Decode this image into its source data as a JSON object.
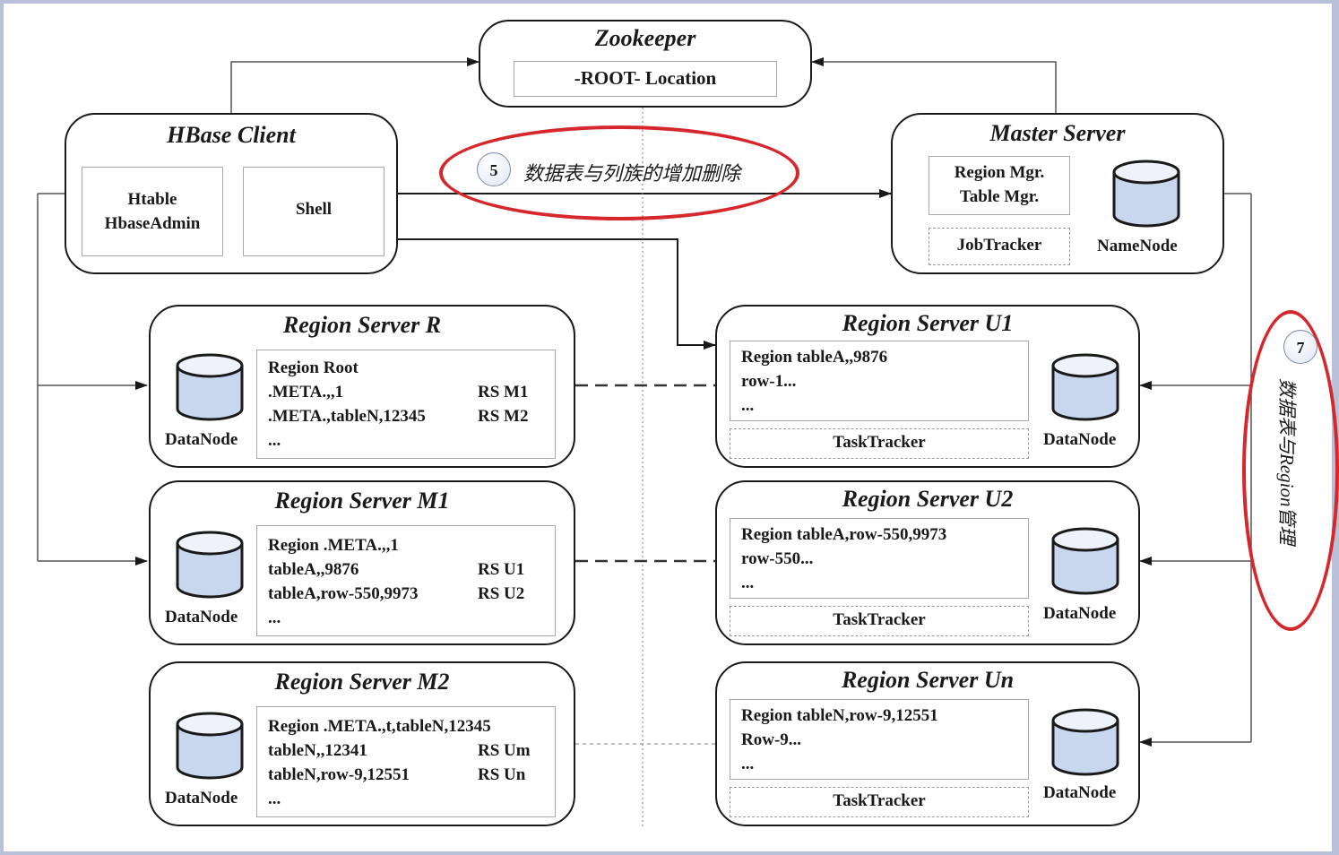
{
  "zookeeper": {
    "title": "Zookeeper",
    "root_location": "-ROOT- Location"
  },
  "hbase_client": {
    "title": "HBase Client",
    "htable": [
      "Htable",
      "HbaseAdmin"
    ],
    "shell": "Shell"
  },
  "master_server": {
    "title": "Master Server",
    "mgr": [
      "Region Mgr.",
      "Table Mgr."
    ],
    "jobtracker": "JobTracker",
    "namenode": "NameNode"
  },
  "annotations": {
    "a5": {
      "number": "5",
      "text": "数据表与列族的增加删除"
    },
    "a7": {
      "number": "7",
      "text": "数据表与Region管理"
    }
  },
  "rs_r": {
    "title": "Region Server R",
    "datanode": "DataNode",
    "lines": [
      "Region Root",
      ".META.,,1",
      ".META.,tableN,12345",
      "..."
    ],
    "refs": [
      "RS M1",
      "RS M2"
    ]
  },
  "rs_m1": {
    "title": "Region Server M1",
    "datanode": "DataNode",
    "lines": [
      "Region .META.,,1",
      "tableA,,9876",
      "tableA,row-550,9973",
      "..."
    ],
    "refs": [
      "RS U1",
      "RS U2"
    ]
  },
  "rs_m2": {
    "title": "Region Server M2",
    "datanode": "DataNode",
    "lines": [
      "Region .META.,t,tableN,12345",
      "tableN,,12341",
      "tableN,row-9,12551",
      "..."
    ],
    "refs": [
      "RS Um",
      "RS Un"
    ]
  },
  "rs_u1": {
    "title": "Region Server U1",
    "datanode": "DataNode",
    "tasktracker": "TaskTracker",
    "lines": [
      "Region tableA,,9876",
      "row-1...",
      "..."
    ]
  },
  "rs_u2": {
    "title": "Region Server U2",
    "datanode": "DataNode",
    "tasktracker": "TaskTracker",
    "lines": [
      "Region tableA,row-550,9973",
      "row-550...",
      "..."
    ]
  },
  "rs_un": {
    "title": "Region Server Un",
    "datanode": "DataNode",
    "tasktracker": "TaskTracker",
    "lines": [
      "Region tableN,row-9,12551",
      "Row-9...",
      "..."
    ]
  },
  "colors": {
    "highlight": "#d6272c",
    "cylinder_fill": "#c9d7ee",
    "cylinder_top": "#eef3fb"
  }
}
